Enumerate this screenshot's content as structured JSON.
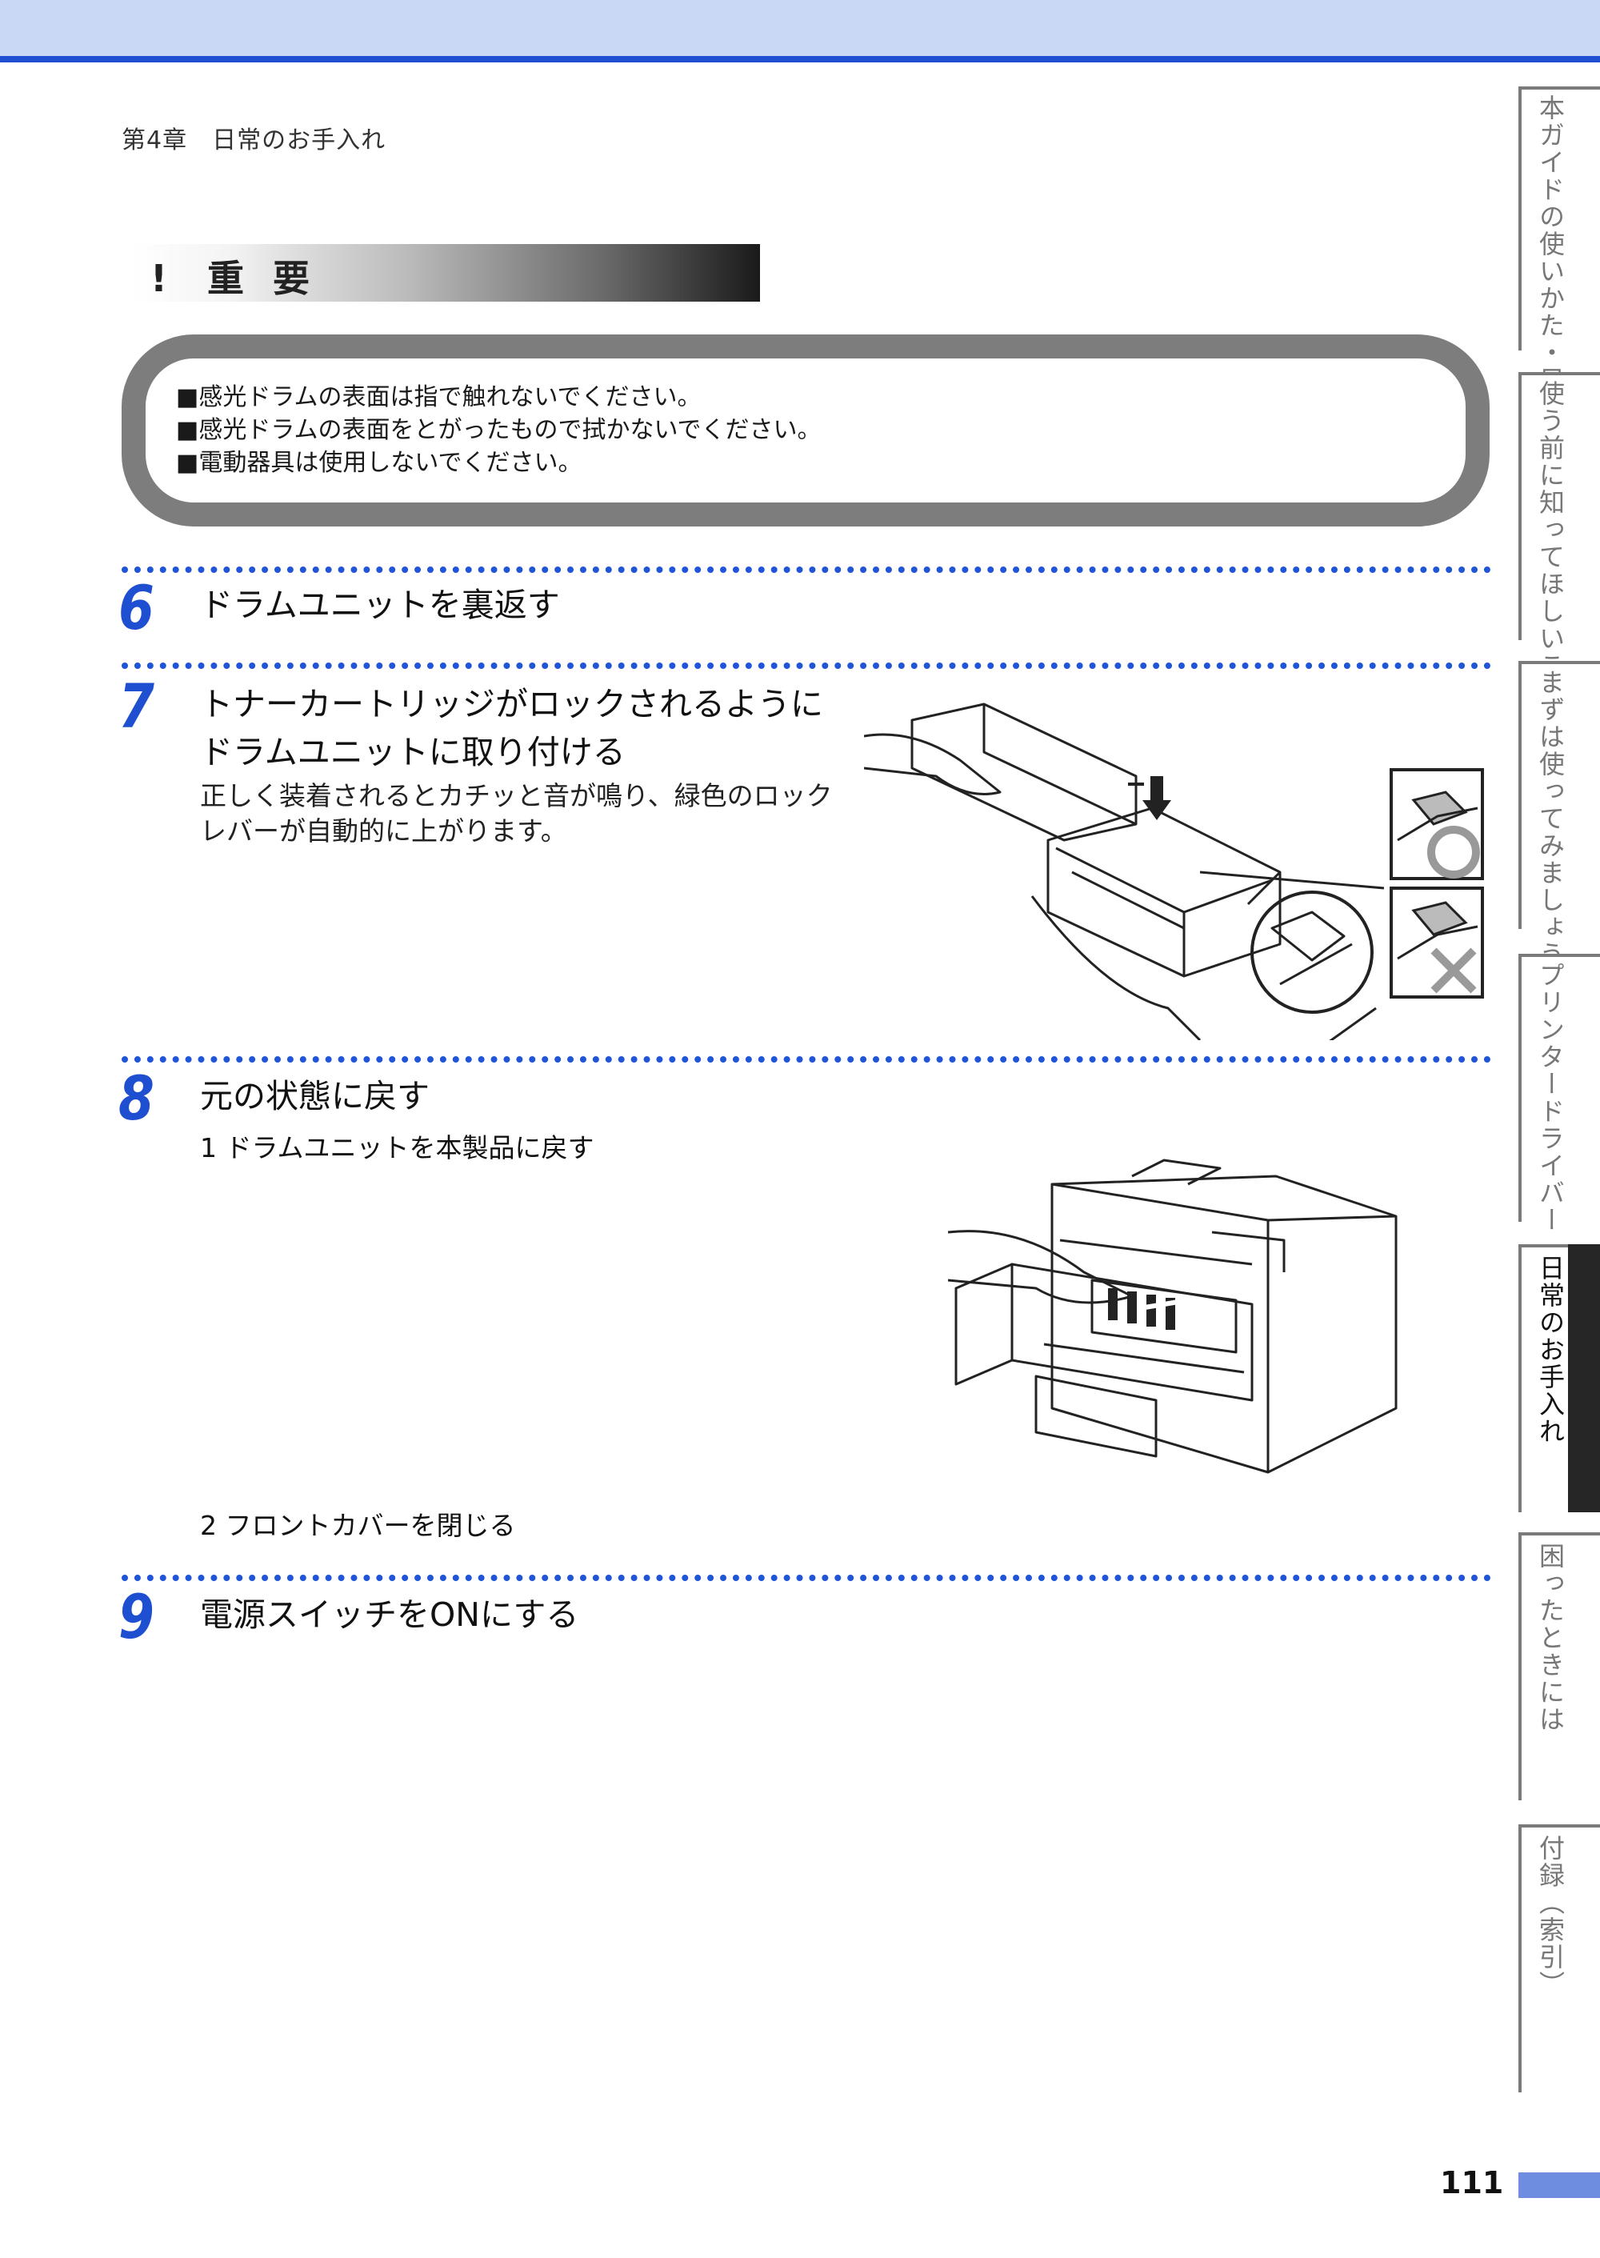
{
  "header": {
    "chapter": "第4章　日常のお手入れ"
  },
  "important": {
    "icon": "!",
    "title": "重 要",
    "lines": [
      "■感光ドラムの表面は指で触れないでください。",
      "■感光ドラムの表面をとがったもので拭かないでください。",
      "■電動器具は使用しないでください。"
    ]
  },
  "steps": [
    {
      "num": "6",
      "title": "ドラムユニットを裏返す"
    },
    {
      "num": "7",
      "title_line1": "トナーカートリッジがロックされるように",
      "title_line2": "ドラムユニットに取り付ける",
      "body_line1": "正しく装着されるとカチッと音が鳴り、緑色のロック",
      "body_line2": "レバーが自動的に上がります。"
    },
    {
      "num": "8",
      "title": "元の状態に戻す",
      "sub1": "1  ドラムユニットを本製品に戻す",
      "sub2": "2  フロントカバーを閉じる"
    },
    {
      "num": "9",
      "title": "電源スイッチをONにする"
    }
  ],
  "sidebar": {
    "tabs": [
      {
        "label": "本ガイドの使いかた・目次",
        "active": false
      },
      {
        "label": "使う前に知ってほしいこと",
        "active": false
      },
      {
        "label": "まずは使ってみましょう",
        "active": false
      },
      {
        "label": "プリンタードライバー",
        "active": false
      },
      {
        "label": "日常のお手入れ",
        "active": true
      },
      {
        "label": "困ったときには",
        "active": false
      },
      {
        "label": "付録（索引）",
        "active": false
      }
    ]
  },
  "footer": {
    "page_number": "111"
  },
  "colors": {
    "accent": "#1f4fd1",
    "top_band": "#c8d8f5",
    "tab_active": "#262626",
    "page_bar": "#6f8de0"
  }
}
